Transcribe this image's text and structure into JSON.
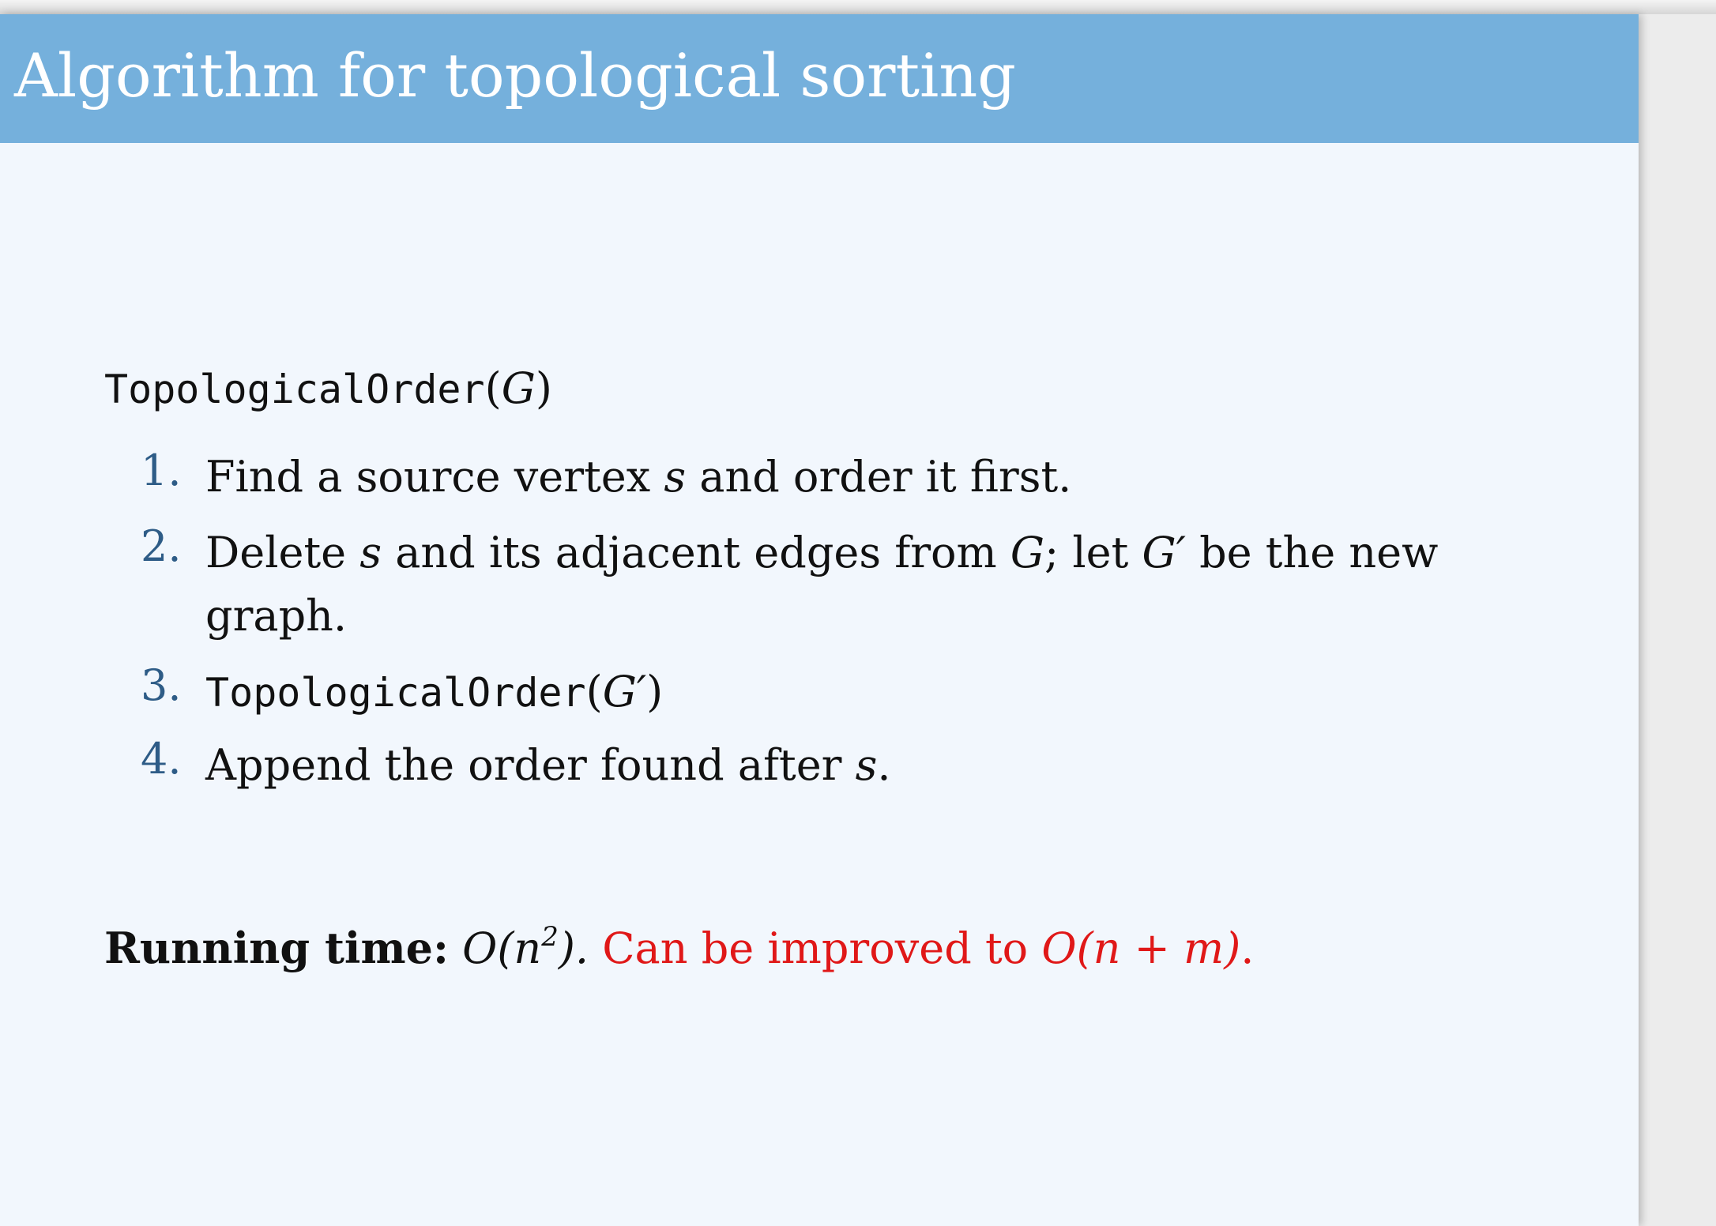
{
  "slide": {
    "title": "Algorithm for topological sorting"
  },
  "algorithm": {
    "name": "TopologicalOrder",
    "param": "G",
    "steps": [
      {
        "number": "1.",
        "text_before": "Find a source vertex ",
        "var": "s",
        "text_after": " and order it first."
      },
      {
        "number": "2.",
        "part1": "Delete ",
        "var1": "s",
        "part2": " and its adjacent edges from ",
        "var2": "G",
        "part3": "; let ",
        "var3": "G′",
        "part4": " be the new",
        "line2": "graph."
      },
      {
        "number": "3.",
        "func": "TopologicalOrder",
        "arg": "G′"
      },
      {
        "number": "4.",
        "text_before": "Append the order found after ",
        "var": "s",
        "text_after": "."
      }
    ]
  },
  "running_time": {
    "label": "Running time:",
    "complexity_base": "O(n",
    "complexity_exp": "2",
    "complexity_end": ").",
    "improvement_text": "Can be improved to ",
    "improvement_complexity": "O(n + m)",
    "improvement_end": "."
  },
  "colors": {
    "title_bar": "#75b0dc",
    "background": "#f2f7fd",
    "step_numbers": "#2e5c87",
    "highlight": "#e01818"
  }
}
